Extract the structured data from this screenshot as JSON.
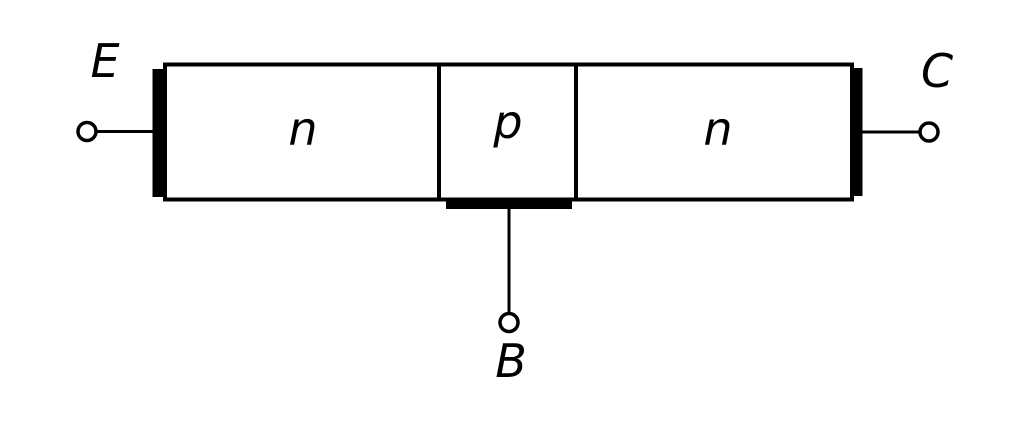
{
  "diagram": {
    "type": "npn-transistor-structure",
    "colors": {
      "stroke": "#000000",
      "background": "#ffffff",
      "terminal_fill": "#ffffff"
    },
    "terminals": {
      "emitter": {
        "label": "E"
      },
      "base": {
        "label": "B"
      },
      "collector": {
        "label": "C"
      }
    },
    "regions": {
      "left": {
        "label": "n"
      },
      "middle": {
        "label": "p"
      },
      "right": {
        "label": "n"
      }
    }
  }
}
